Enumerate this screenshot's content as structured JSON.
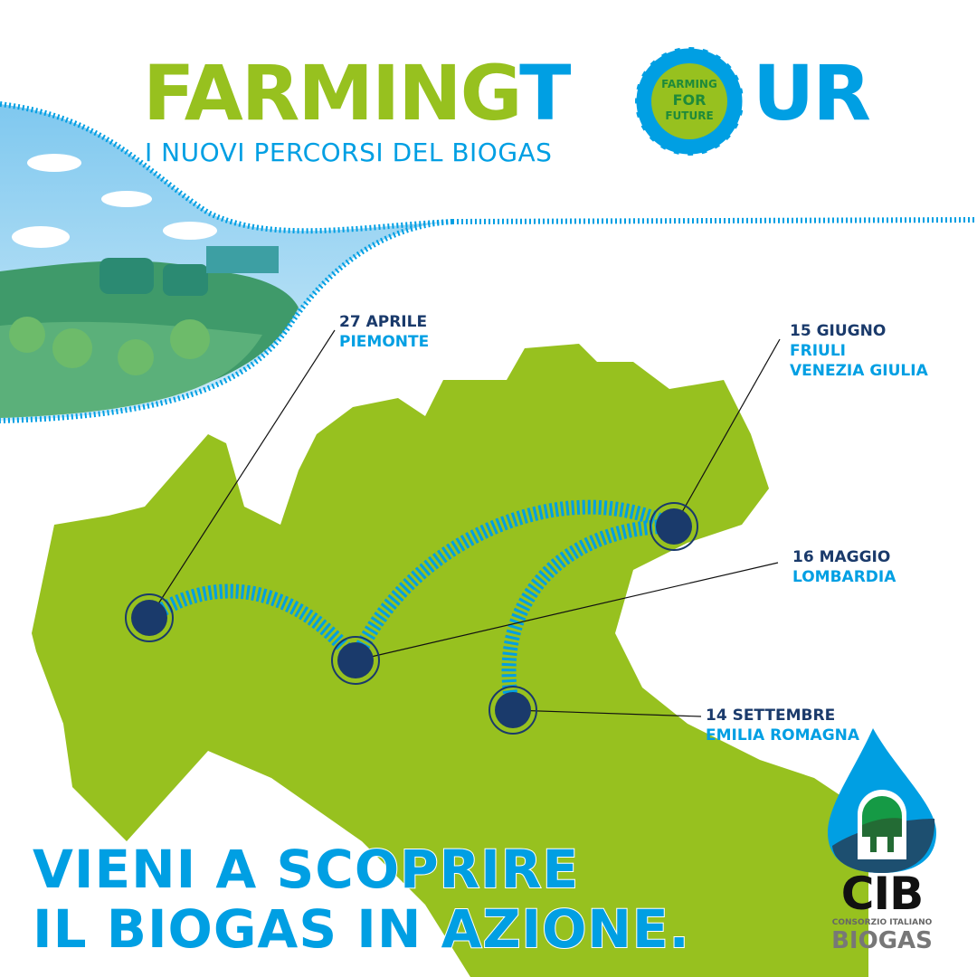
{
  "header": {
    "title_part1": "FARMING",
    "title_part2": "T",
    "title_part3": "UR",
    "subtitle": "I NUOVI PERCORSI DEL BIOGAS",
    "badge": {
      "line1": "FARMING",
      "line2": "FOR",
      "line3": "FUTURE"
    }
  },
  "events": [
    {
      "date": "27 APRILE",
      "region": "PIEMONTE"
    },
    {
      "date": "16 MAGGIO",
      "region": "LOMBARDIA"
    },
    {
      "date": "15 GIUGNO",
      "region": "FRIULI",
      "region2": "VENEZIA GIULIA"
    },
    {
      "date": "14 SETTEMBRE",
      "region": "EMILIA ROMAGNA"
    }
  ],
  "cta": {
    "line1": "VIENI A SCOPRIRE",
    "line2": "IL BIOGAS IN AZIONE."
  },
  "logo": {
    "name": "CIB",
    "subtitle": "CONSORZIO ITALIANO",
    "bottom": "BIOGAS"
  },
  "colors": {
    "green": "#97c11f",
    "blue": "#009fe3",
    "navy": "#1a3a6b"
  }
}
